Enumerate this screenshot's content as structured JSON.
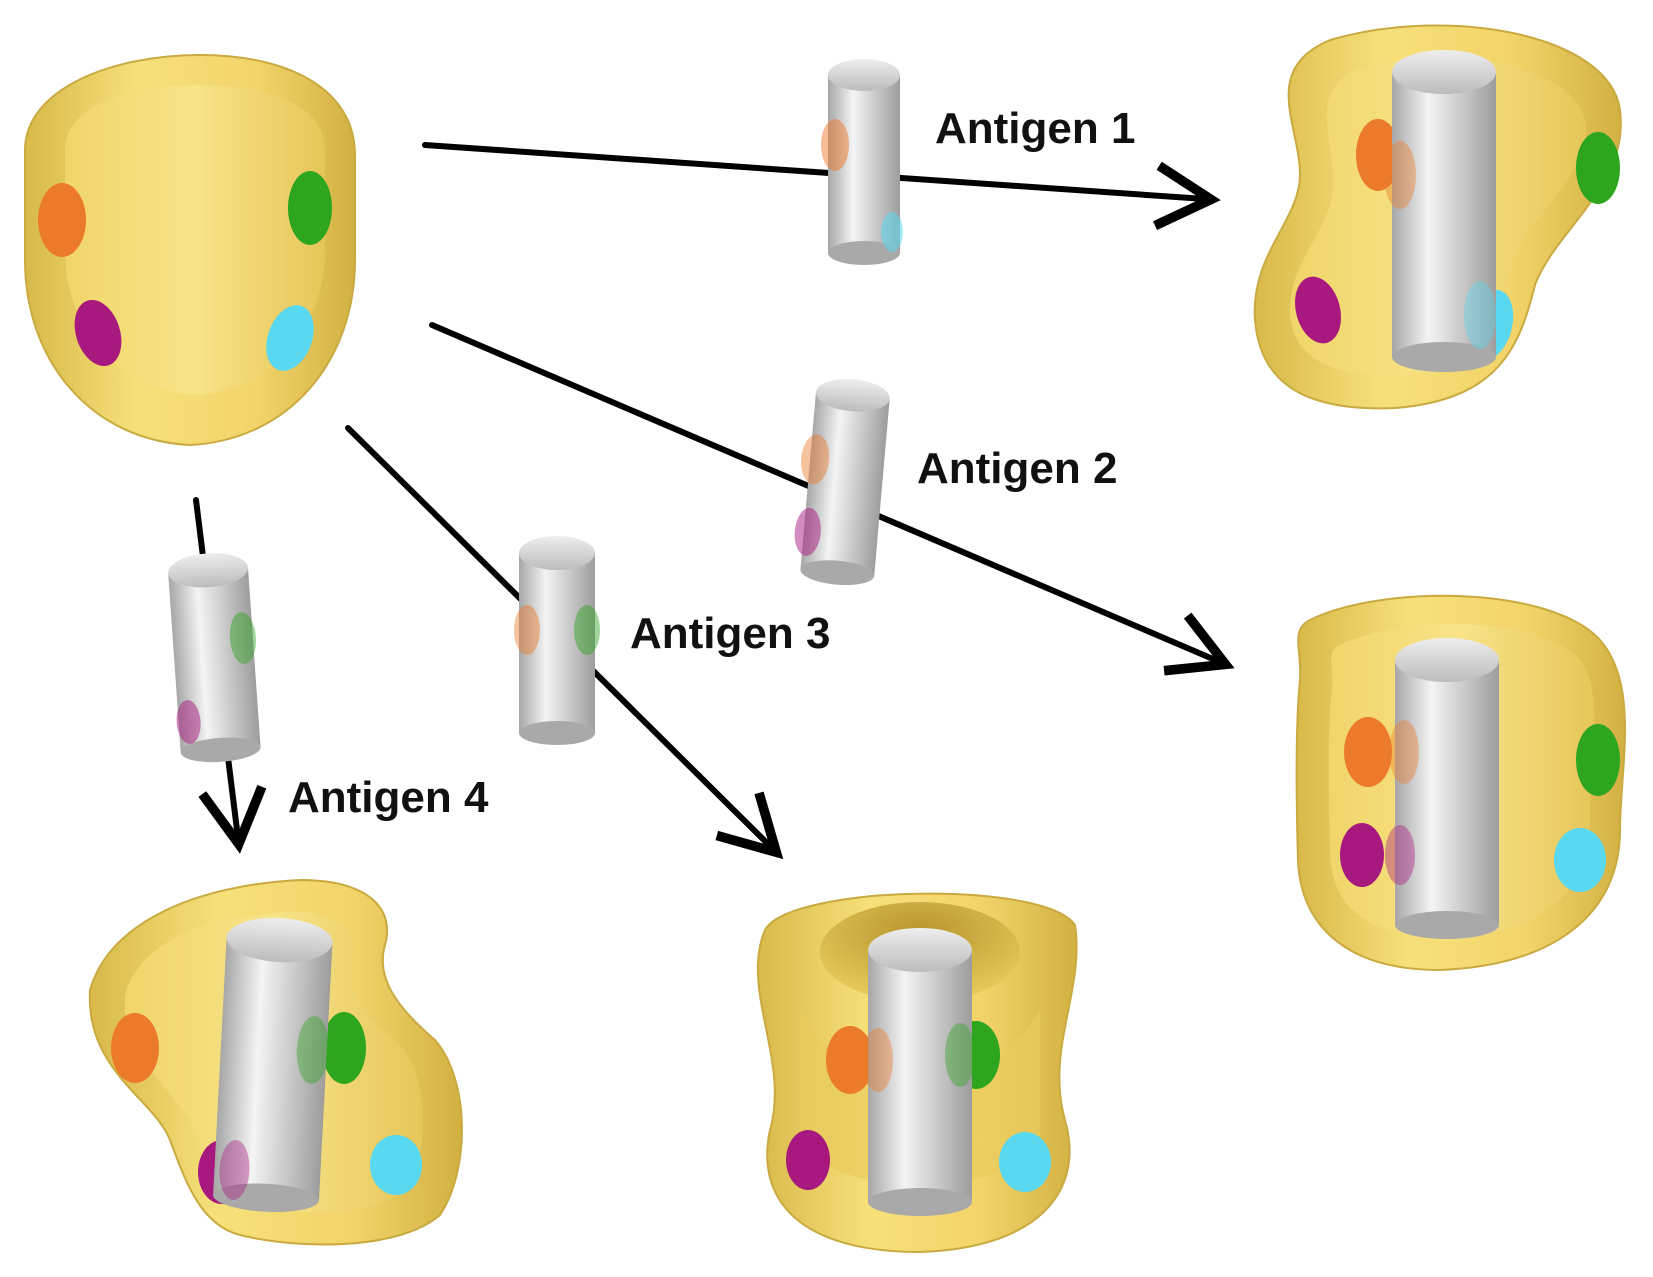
{
  "labels": {
    "antigen1": "Antigen 1",
    "antigen2": "Antigen 2",
    "antigen3": "Antigen 3",
    "antigen4": "Antigen 4"
  },
  "colors": {
    "host": "#f3d66c",
    "host_dark": "#caa83a",
    "antigen_light": "#f2f2f2",
    "antigen_dark": "#a9a9a9",
    "site_orange": "#ec7a2b",
    "site_green": "#2ea51f",
    "site_magenta": "#a8197f",
    "site_cyan": "#5ad8f0",
    "arrow": "#000000"
  }
}
